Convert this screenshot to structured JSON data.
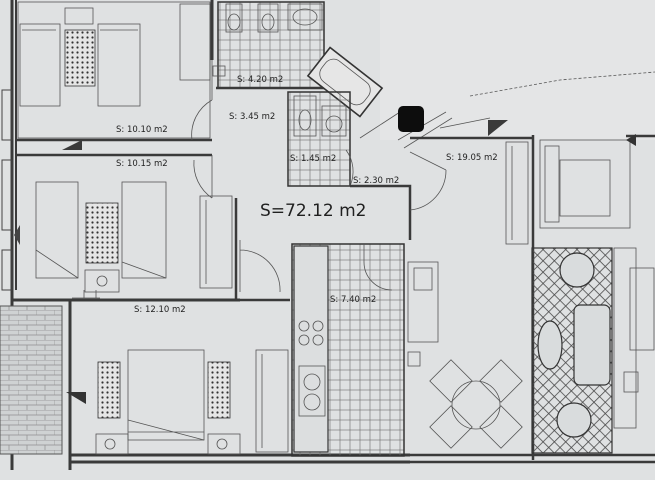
{
  "plan": {
    "total_area": "S=72.12 m2",
    "rooms": [
      {
        "id": "bedroom-1",
        "area": "S: 10.10 m2"
      },
      {
        "id": "bedroom-2",
        "area": "S: 10.15 m2"
      },
      {
        "id": "bedroom-3",
        "area": "S: 12.10 m2"
      },
      {
        "id": "hall",
        "area": "S: 3.45 m2"
      },
      {
        "id": "bathroom",
        "area": "S: 4.20 m2"
      },
      {
        "id": "toilet",
        "area": "S: 1.45 m2"
      },
      {
        "id": "corridor",
        "area": "S: 2.30 m2"
      },
      {
        "id": "living",
        "area": "S: 19.05 m2"
      },
      {
        "id": "kitchen",
        "area": "S: 7.40 m2"
      }
    ]
  },
  "colors": {
    "paper": "#d9dcdd",
    "ink": "#2f2f2f",
    "hatch": "#8a8a8a"
  }
}
